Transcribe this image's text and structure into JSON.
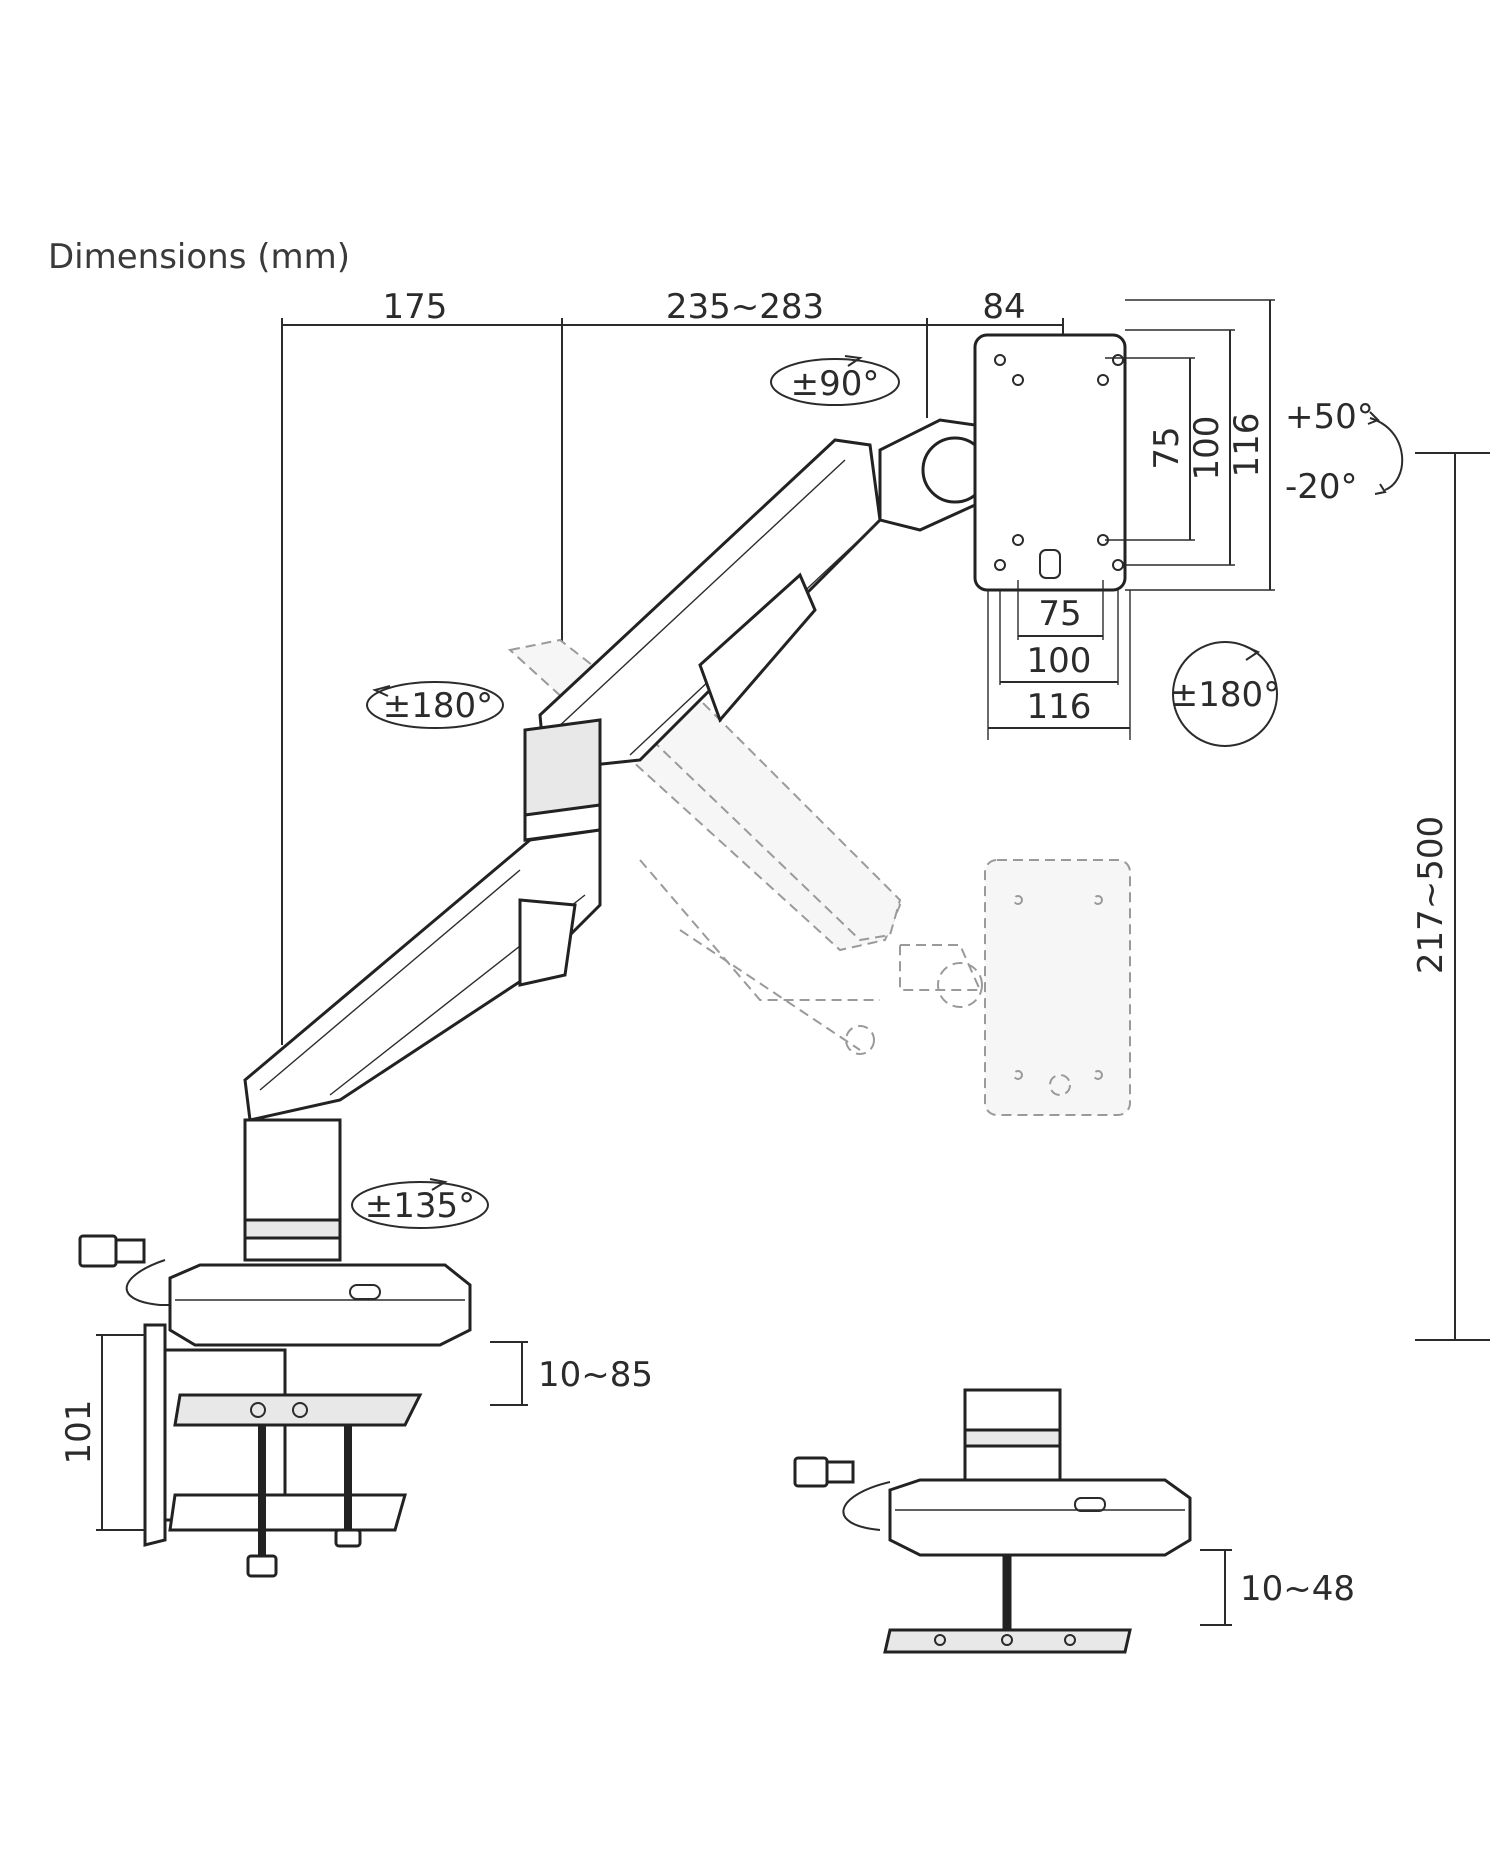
{
  "title": "Dimensions (mm)",
  "dimensions": {
    "base_to_pole": "175",
    "arm_reach": "235~283",
    "head_depth": "84",
    "height_range": "217~500",
    "clamp_height": "101",
    "clamp_range": "10~85",
    "grommet_range": "10~48"
  },
  "vesa": {
    "vertical_inner": "75",
    "vertical_mid": "100",
    "vertical_outer": "116",
    "horizontal_inner": "75",
    "horizontal_mid": "100",
    "horizontal_outer": "116"
  },
  "rotations": {
    "head_swivel": "±90°",
    "tilt_up": "+50°",
    "tilt_down": "-20°",
    "forearm_rotation": "±180°",
    "screen_rotation": "±180°",
    "base_rotation": "±135°"
  },
  "colors": {
    "line": "#2b2b2b",
    "ghost": "#9a9a9a"
  }
}
